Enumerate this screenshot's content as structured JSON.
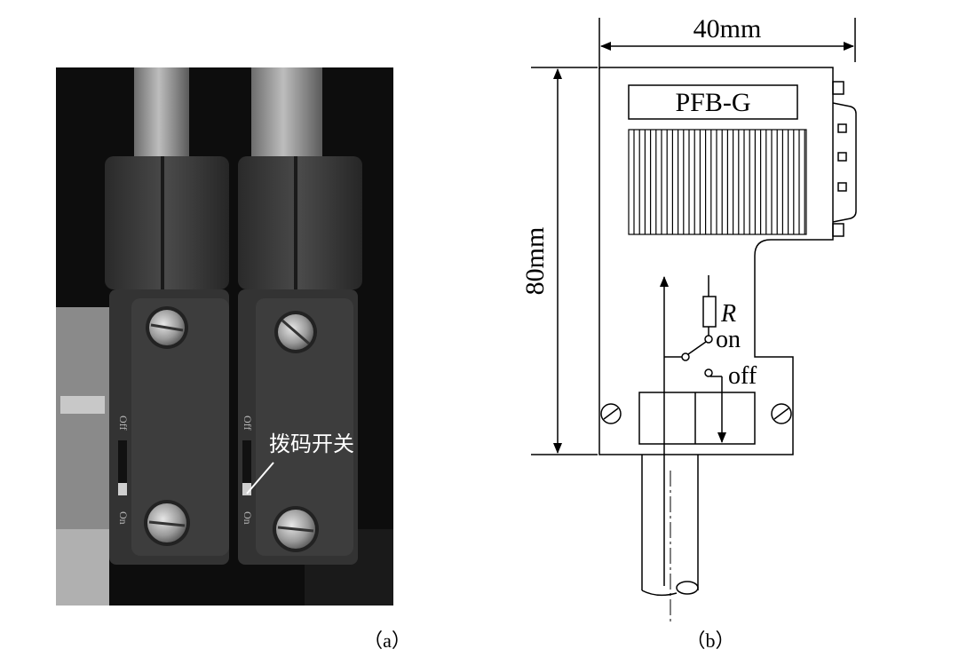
{
  "photo": {
    "switch_callout": "拨码开关",
    "switch_marks": {
      "off": "Off",
      "on": "On"
    }
  },
  "diagram": {
    "width_dim": "40mm",
    "height_dim": "80mm",
    "label_box": "PFB-G",
    "resistor_label": "R",
    "switch_on": "on",
    "switch_off": "off"
  },
  "captions": {
    "a": "（a）",
    "b": "（b）"
  }
}
